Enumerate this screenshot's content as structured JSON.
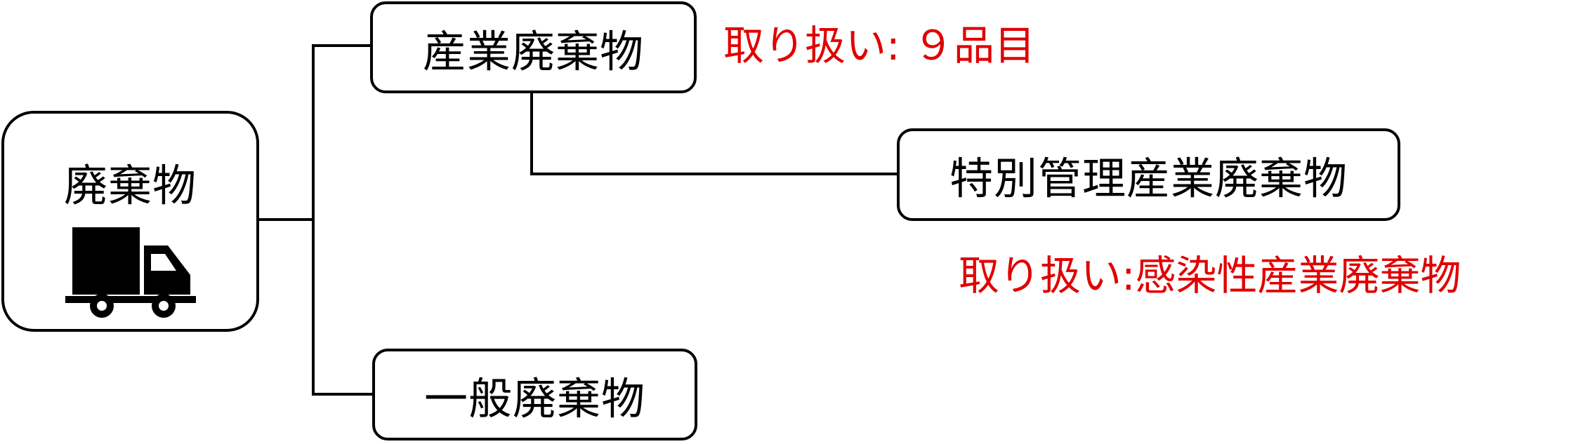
{
  "nodes": {
    "root": "廃棄物",
    "industrial": "産業廃棄物",
    "special": "特別管理産業廃棄物",
    "general": "一般廃棄物"
  },
  "annotations": {
    "industrial_handling": "取り扱い: ９品目",
    "special_handling": "取り扱い:感染性産業廃棄物"
  },
  "icons": {
    "root_icon": "truck-icon"
  },
  "colors": {
    "annotation": "#e00000",
    "lines": "#000000"
  }
}
